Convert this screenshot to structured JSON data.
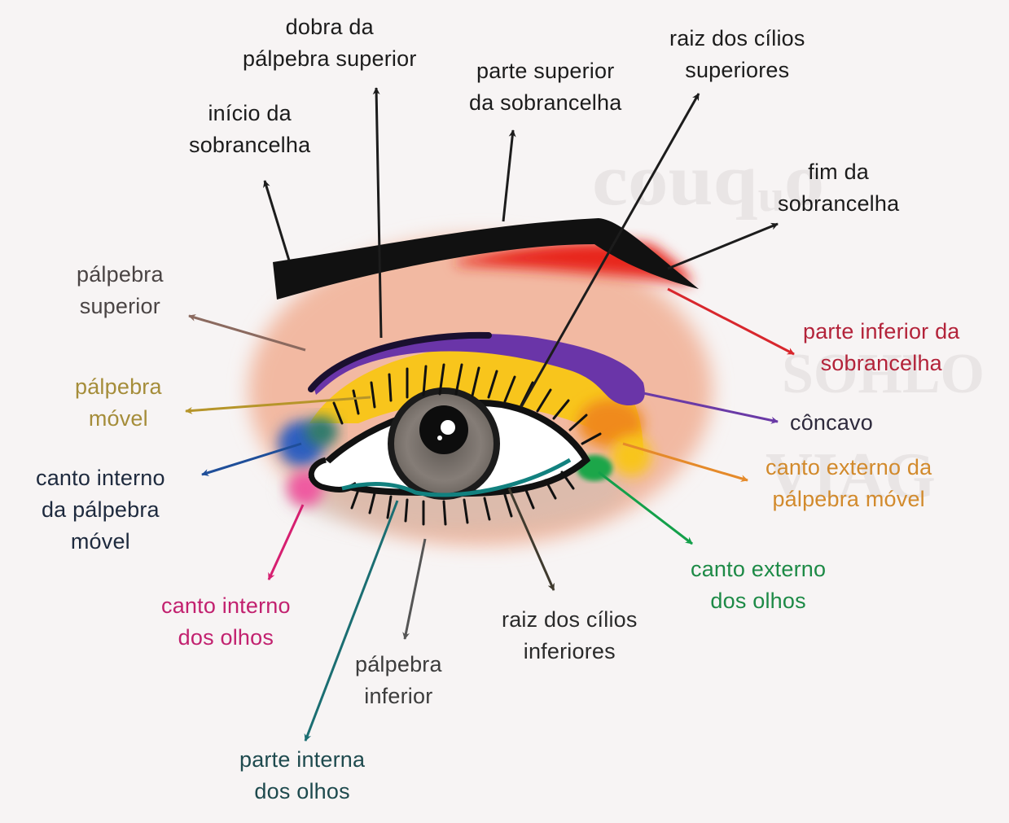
{
  "diagram": {
    "title": "Eye makeup zones",
    "language": "pt-BR",
    "background_color": "#f7f4f4",
    "labels": [
      {
        "id": "dobra-palpebra-superior",
        "lines": [
          "dobra da",
          "pálpebra superior"
        ],
        "color": "#1c1c1c",
        "arrow_color": "#1c1c1c"
      },
      {
        "id": "raiz-cilios-superiores",
        "lines": [
          "raiz dos cílios",
          "superiores"
        ],
        "color": "#1c1c1c",
        "arrow_color": "#1c1c1c"
      },
      {
        "id": "parte-superior-sobrancelha",
        "lines": [
          "parte superior",
          "da sobrancelha"
        ],
        "color": "#1c1c1c",
        "arrow_color": "#1c1c1c"
      },
      {
        "id": "inicio-sobrancelha",
        "lines": [
          "início da",
          "sobrancelha"
        ],
        "color": "#1c1c1c",
        "arrow_color": "#1c1c1c"
      },
      {
        "id": "fim-sobrancelha",
        "lines": [
          "fim da",
          "sobrancelha"
        ],
        "color": "#1c1c1c",
        "arrow_color": "#1c1c1c"
      },
      {
        "id": "palpebra-superior",
        "lines": [
          "pálpebra",
          "superior"
        ],
        "color": "#4a4444",
        "arrow_color": "#8b6a5f"
      },
      {
        "id": "parte-inferior-sobrancelha",
        "lines": [
          "parte inferior da",
          "sobrancelha"
        ],
        "color": "#b3233a",
        "arrow_color": "#d8272d"
      },
      {
        "id": "palpebra-movel",
        "lines": [
          "pálpebra",
          "móvel"
        ],
        "color": "#a58d3a",
        "arrow_color": "#b6952a"
      },
      {
        "id": "concavo",
        "lines": [
          "côncavo"
        ],
        "color": "#2e2a3c",
        "arrow_color": "#6a3aa6"
      },
      {
        "id": "canto-interno-palpebra-movel",
        "lines": [
          "canto interno",
          "da pálpebra",
          "móvel"
        ],
        "color": "#1e2a3e",
        "arrow_color": "#1f4e99"
      },
      {
        "id": "canto-externo-palpebra-movel",
        "lines": [
          "canto externo da",
          "pálpebra móvel"
        ],
        "color": "#d28a2c",
        "arrow_color": "#e58a2a"
      },
      {
        "id": "canto-externo-olhos",
        "lines": [
          "canto externo",
          "dos olhos"
        ],
        "color": "#1d8a46",
        "arrow_color": "#14a04a"
      },
      {
        "id": "canto-interno-olhos",
        "lines": [
          "canto interno",
          "dos olhos"
        ],
        "color": "#c2216f",
        "arrow_color": "#d61f70"
      },
      {
        "id": "raiz-cilios-inferiores",
        "lines": [
          "raiz dos cílios",
          "inferiores"
        ],
        "color": "#2a2a2a",
        "arrow_color": "#3f3a2e"
      },
      {
        "id": "palpebra-inferior",
        "lines": [
          "pálpebra",
          "inferior"
        ],
        "color": "#3c3c3c",
        "arrow_color": "#555555"
      },
      {
        "id": "parte-interna-olhos",
        "lines": [
          "parte interna",
          "dos olhos"
        ],
        "color": "#1e4a4e",
        "arrow_color": "#1b6e72"
      }
    ],
    "zone_colors": {
      "eyebrow": "#111111",
      "brow_underside": "#e8261c",
      "skin": "#f2b9a2",
      "crease": "#6a35a8",
      "mobile_lid": "#f8c51c",
      "outer_lid": "#f08a1e",
      "inner_lid": "#2f5fc0",
      "inner_corner": "#ef5aa0",
      "outer_corner": "#1aa64a",
      "waterline": "#12817f",
      "iris": "#7d7670",
      "pupil": "#0d0d0d"
    }
  }
}
